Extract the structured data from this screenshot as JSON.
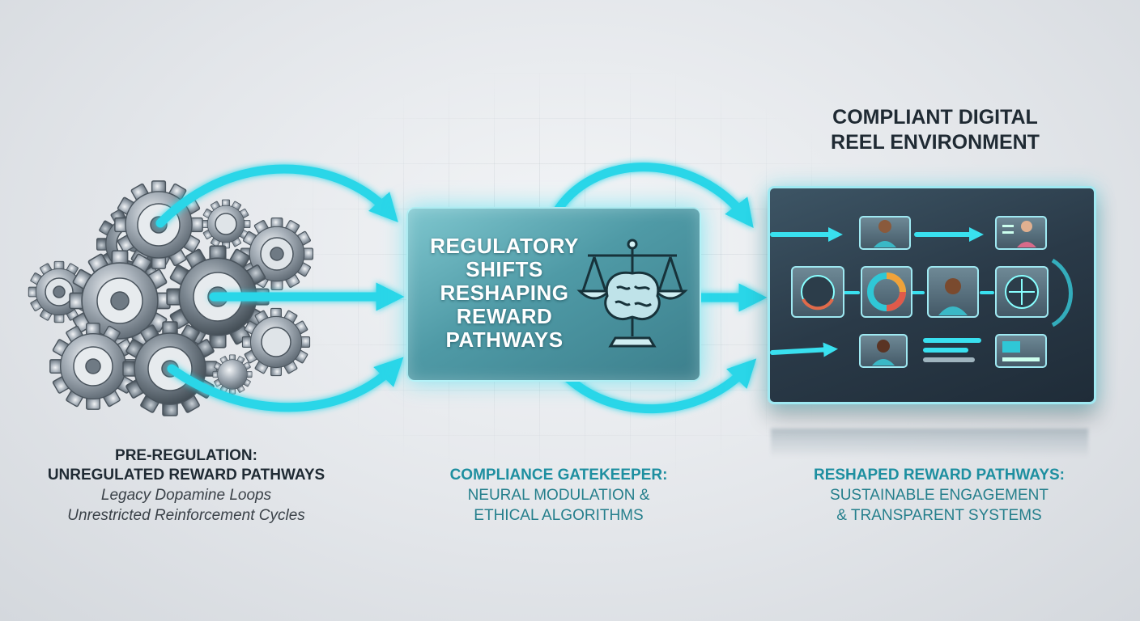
{
  "center": {
    "title_lines": [
      "REGULATORY",
      "SHIFTS",
      "RESHAPING",
      "REWARD",
      "PATHWAYS"
    ],
    "icon": "scales-brain-icon"
  },
  "right": {
    "title_lines": [
      "COMPLIANT DIGITAL",
      "REEL ENVIRONMENT"
    ],
    "screen_icons": [
      "user-profile-icon",
      "dial-icon",
      "donut-chart-icon",
      "progress-bars-icon"
    ]
  },
  "labels": {
    "left": {
      "heading_lines": [
        "PRE-REGULATION:",
        "UNREGULATED REWARD PATHWAYS"
      ],
      "sub_lines": [
        "Legacy Dopamine Loops",
        "Unrestricted Reinforcement Cycles"
      ]
    },
    "middle": {
      "heading_lines": [
        "COMPLIANCE GATEKEEPER:"
      ],
      "sub_lines": [
        "NEURAL MODULATION &",
        "ETHICAL ALGORITHMS"
      ]
    },
    "right": {
      "heading_lines": [
        "RESHAPED REWARD PATHWAYS:"
      ],
      "sub_lines": [
        "SUSTAINABLE ENGAGEMENT",
        "& TRANSPARENT SYSTEMS"
      ]
    }
  },
  "colors": {
    "arrow": "#2ad6e8",
    "arrow_glow": "#7ff0fb",
    "heading_dark": "#1f2a33",
    "heading_teal": "#1e8fa0"
  }
}
